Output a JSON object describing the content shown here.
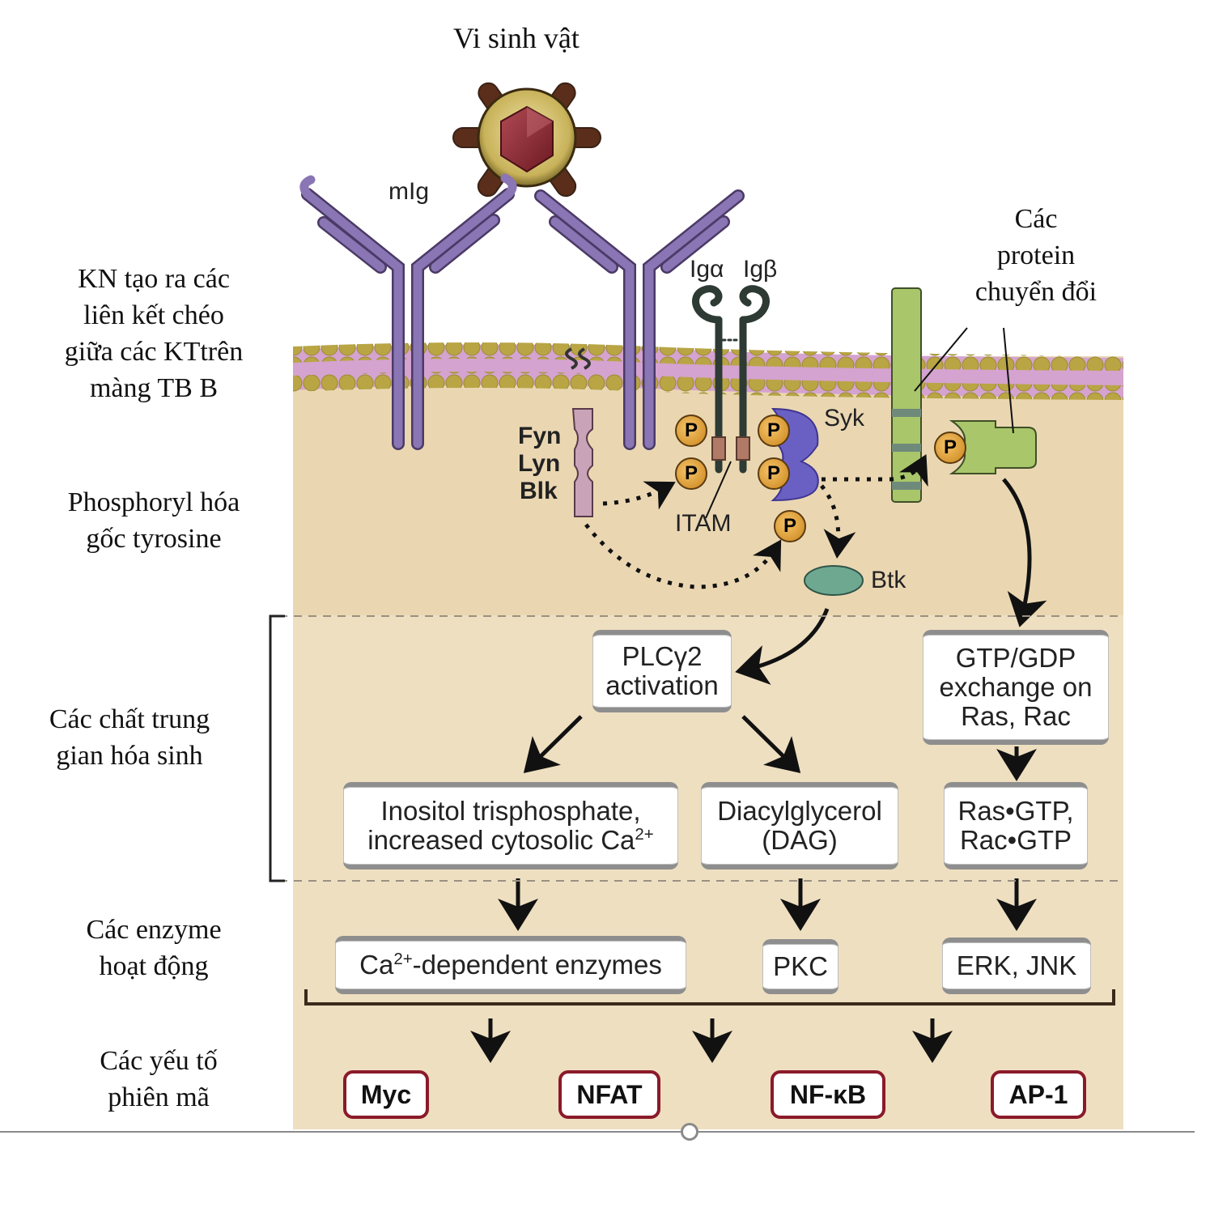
{
  "diagram": {
    "title": "Vi sinh vật",
    "side_labels": {
      "crosslink": "KN tạo ra các\nliên kết chéo\ngiữa các KTtrên\nmàng TB B",
      "phosphorylation": "Phosphoryl hóa\ngốc tyrosine",
      "intermediates": "Các chất trung\ngian hóa sinh",
      "enzymes": "Các enzyme\nhoạt động",
      "transcription_factors": "Các yếu tố\nphiên mã"
    },
    "adaptor_label": "Các\nprotein\nchuyển đổi",
    "molecules": {
      "mig": "mIg",
      "ig_alpha": "Igα",
      "ig_beta": "Igβ",
      "syk": "Syk",
      "fyn": "Fyn",
      "lyn": "Lyn",
      "blk": "Blk",
      "itam": "ITAM",
      "btk": "Btk",
      "phospho": "P"
    },
    "boxes": {
      "plc_line1": "PLCγ2",
      "plc_line2": "activation",
      "gtp_line1": "GTP/GDP",
      "gtp_line2": "exchange on",
      "gtp_line3": "Ras, Rac",
      "ip3_line1": "Inositol trisphosphate,",
      "ip3_line2": "increased cytosolic Ca",
      "ip3_sup": "2+",
      "dag_line1": "Diacylglycerol",
      "dag_line2": "(DAG)",
      "ras_line1": "Ras•GTP,",
      "ras_line2": "Rac•GTP",
      "ca_enz_prefix": "Ca",
      "ca_enz_sup": "2+",
      "ca_enz_suffix": "-dependent enzymes",
      "pkc": "PKC",
      "erk": "ERK, JNK"
    },
    "transcription_factors": [
      "Myc",
      "NFAT",
      "NF-κB",
      "AP-1"
    ],
    "colors": {
      "antibody": "#7d68a3",
      "membrane_head": "#b9a544",
      "membrane_tail": "#d5a3cf",
      "cytoplasm": "#ead7b2",
      "syk": "#6a60c4",
      "adaptor": "#a9c66a",
      "btk": "#6fa890",
      "tf_border": "#8b1a2a",
      "phospho": "#d99a2b"
    }
  }
}
